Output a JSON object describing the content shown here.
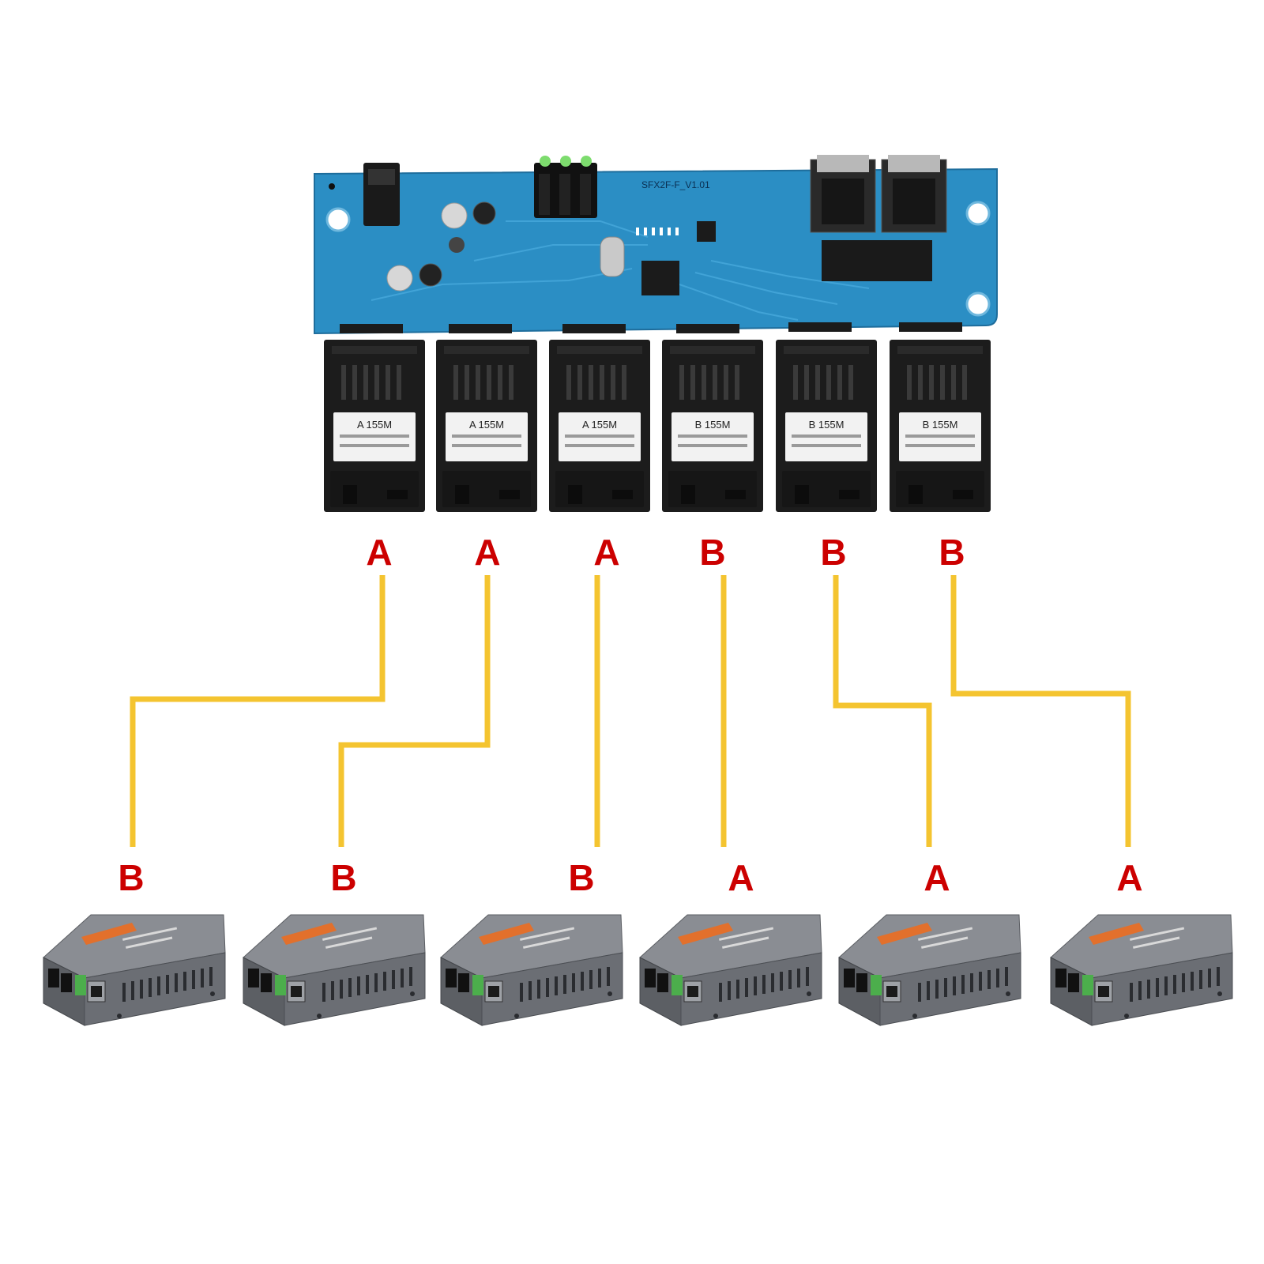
{
  "colors": {
    "fiber": "#f4c430",
    "label": "#cc0000",
    "board": "#2a8fc5",
    "board_dark": "#1f6f9f",
    "module": "#1c1c1c",
    "converter": "#6b6e74"
  },
  "board": {
    "silkscreen": "SFX2F-F_V1.01",
    "ports": [
      {
        "label": "A",
        "sfp_title": "A 155M"
      },
      {
        "label": "A",
        "sfp_title": "A 155M"
      },
      {
        "label": "A",
        "sfp_title": "A 155M"
      },
      {
        "label": "B",
        "sfp_title": "B 155M"
      },
      {
        "label": "B",
        "sfp_title": "B 155M"
      },
      {
        "label": "B",
        "sfp_title": "B 155M"
      }
    ]
  },
  "converters": [
    {
      "label": "B"
    },
    {
      "label": "B"
    },
    {
      "label": "B"
    },
    {
      "label": "A"
    },
    {
      "label": "A"
    },
    {
      "label": "A"
    }
  ]
}
